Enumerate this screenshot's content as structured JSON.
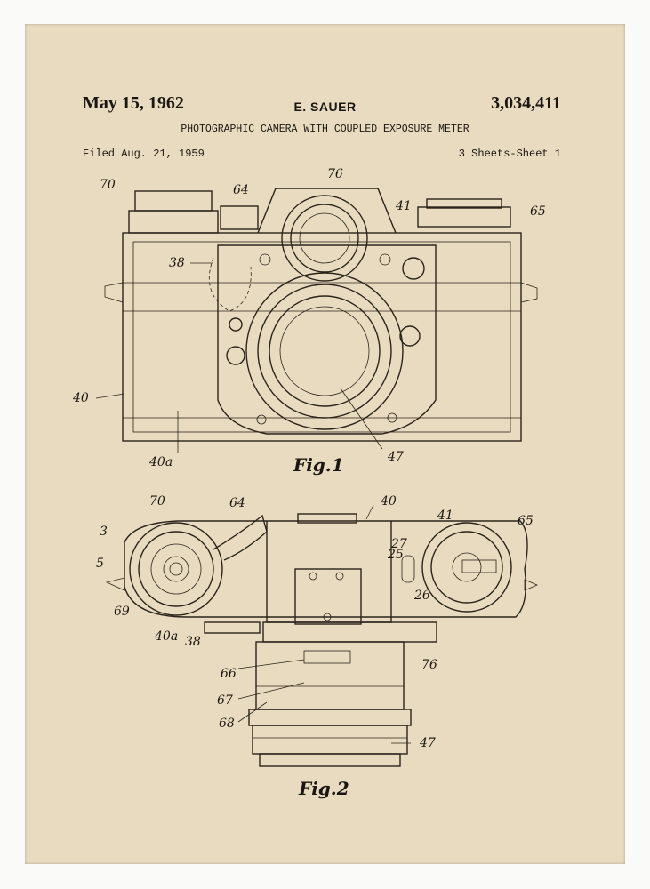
{
  "header": {
    "date": "May 15, 1962",
    "inventor": "E. SAUER",
    "patent_number": "3,034,411",
    "title": "PHOTOGRAPHIC CAMERA WITH COUPLED EXPOSURE METER",
    "filed": "Filed Aug. 21, 1959",
    "sheets": "3 Sheets-Sheet 1"
  },
  "figure1": {
    "caption": "Fig.1",
    "labels": [
      "70",
      "64",
      "76",
      "41",
      "65",
      "38",
      "40",
      "40a",
      "47"
    ]
  },
  "figure2": {
    "caption": "Fig.2",
    "labels": [
      "3",
      "70",
      "64",
      "40",
      "41",
      "65",
      "5",
      "27",
      "25",
      "26",
      "69",
      "40a",
      "38",
      "66",
      "76",
      "67",
      "68",
      "47"
    ]
  },
  "colors": {
    "paper": "#e9dbc0",
    "ink": "#2a241c",
    "frame": "#fafaf8"
  }
}
